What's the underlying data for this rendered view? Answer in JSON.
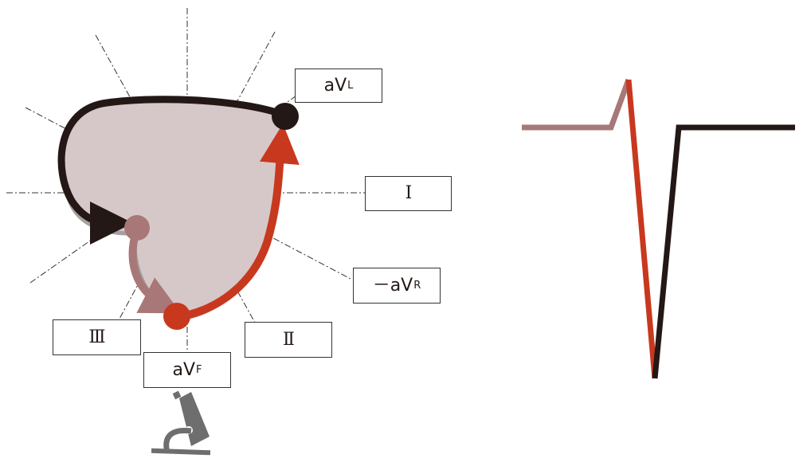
{
  "leads": {
    "avl": {
      "main": "aV",
      "sub": "L"
    },
    "i": {
      "main": "Ⅰ",
      "sub": ""
    },
    "mavr": {
      "main": "－aV",
      "sub": "R"
    },
    "ii": {
      "main": "Ⅱ",
      "sub": ""
    },
    "avf": {
      "main": "aV",
      "sub": "F"
    },
    "iii": {
      "main": "Ⅲ",
      "sub": ""
    }
  },
  "colors": {
    "loop_fill": "#d6c8c8",
    "loop_shadow": "#a8a0a0",
    "segment_dark": "#231815",
    "segment_mauve": "#a87878",
    "segment_red": "#c8381e",
    "axis_line": "#333333",
    "microscope": "#6e6e6e"
  },
  "icons": {
    "observer": "microscope-icon"
  }
}
